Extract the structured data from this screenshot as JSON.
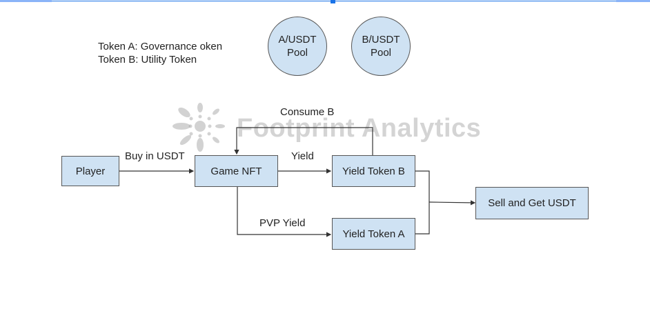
{
  "legend": {
    "token_a": "Token A: Governance oken",
    "token_b": "Token B: Utility Token"
  },
  "pools": [
    {
      "line1": "A/USDT",
      "line2": "Pool"
    },
    {
      "line1": "B/USDT",
      "line2": "Pool"
    }
  ],
  "nodes": {
    "player": "Player",
    "game_nft": "Game NFT",
    "yield_b": "Yield Token B",
    "yield_a": "Yield Token A",
    "sell": "Sell and Get USDT"
  },
  "edges": {
    "buy": "Buy in USDT",
    "yield": "Yield",
    "consume": "Consume B",
    "pvp": "PVP Yield"
  },
  "watermark": "Footprint Analytics",
  "colors": {
    "node_fill": "#cfe2f3",
    "node_border": "#555555",
    "accent": "#1a73e8"
  }
}
